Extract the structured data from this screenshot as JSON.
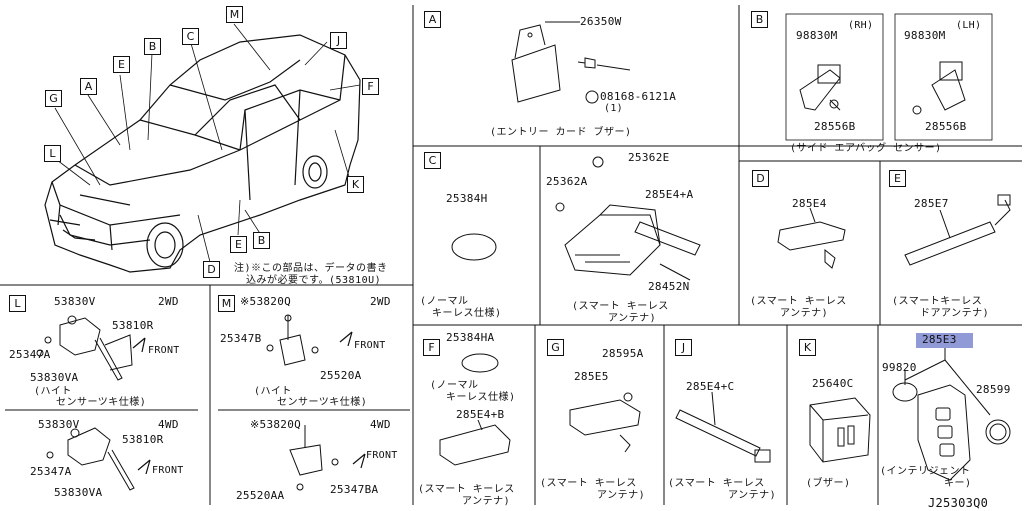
{
  "diagram_id": "J25303Q0",
  "vehicle_letters": [
    "M",
    "J",
    "E",
    "B",
    "C",
    "F",
    "A",
    "G",
    "L",
    "K",
    "E",
    "B",
    "D"
  ],
  "note_line1": "注)※この部品は、データの書き",
  "note_line2": "込みが必要です。(53810U)",
  "panel_A": {
    "letter": "A",
    "part1": "26350W",
    "part2": "08168-6121A",
    "part2_qty": "(1)",
    "caption": "(エントリー カード ブザー)"
  },
  "panel_B": {
    "letter": "B",
    "rh_part": "98830M",
    "rh": "(RH)",
    "lh_part": "98830M",
    "lh": "(LH)",
    "nut_rh": "28556B",
    "nut_lh": "28556B",
    "caption": "(サイド エアバッグ センサー)"
  },
  "panel_C": {
    "letter": "C",
    "part_h": "25384H",
    "cap_h1": "(ノーマル",
    "cap_h2": "キーレス仕様)",
    "part_e": "25362E",
    "part_a": "25362A",
    "part_e4a": "285E4+A",
    "part_n": "28452N",
    "cap1": "(スマート キーレス",
    "cap2": "アンテナ)"
  },
  "panel_D": {
    "letter": "D",
    "part": "285E4",
    "cap1": "(スマート キーレス",
    "cap2": "アンテナ)"
  },
  "panel_E": {
    "letter": "E",
    "part": "285E7",
    "cap1": "(スマートキーレス",
    "cap2": "ドアアンテナ)"
  },
  "panel_L": {
    "letter": "L",
    "label_2wd": "2WD",
    "label_4wd": "4WD",
    "top_a": "53830V",
    "top_b": "53810R",
    "top_c": "25347A",
    "top_d": "53830VA",
    "front": "FRONT",
    "cap1": "(ハイト",
    "cap2": "センサーツキ仕様)",
    "bot_a": "53830V",
    "bot_b": "53810R",
    "bot_c": "25347A",
    "bot_d": "53830VA"
  },
  "panel_M": {
    "letter": "M",
    "label_2wd": "2WD",
    "label_4wd": "4WD",
    "top_a": "※53820Q",
    "top_b": "25347B",
    "top_c": "25520A",
    "front": "FRONT",
    "cap1": "(ハイト",
    "cap2": "センサーツキ仕様)",
    "bot_a": "※53820Q",
    "bot_b": "25520AA",
    "bot_c": "25347BA"
  },
  "panel_F": {
    "letter": "F",
    "part_ha": "25384HA",
    "cap_h1": "(ノーマル",
    "cap_h2": "キーレス仕様)",
    "part_e4b": "285E4+B",
    "cap1": "(スマート キーレス",
    "cap2": "アンテナ)"
  },
  "panel_G": {
    "letter": "G",
    "part_a": "28595A",
    "part_e5": "285E5",
    "cap1": "(スマート キーレス",
    "cap2": "アンテナ)"
  },
  "panel_J": {
    "letter": "J",
    "part": "285E4+C",
    "cap1": "(スマート キーレス",
    "cap2": "アンテナ)"
  },
  "panel_K": {
    "letter": "K",
    "part": "25640C",
    "cap": "(ブザー)"
  },
  "panel_key": {
    "part_main": "285E3",
    "part_left": "99820",
    "part_right": "28599",
    "cap1": "(インテリジェント",
    "cap2": "キー)"
  },
  "colors": {
    "line": "#111111",
    "highlight": "#8f9ad6"
  }
}
